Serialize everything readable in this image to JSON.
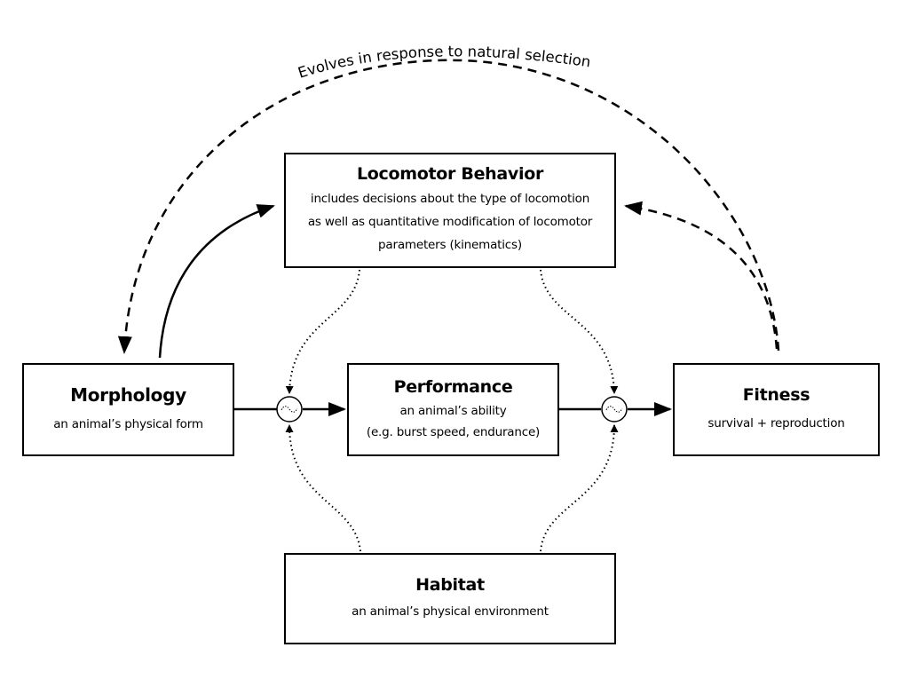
{
  "boxes": {
    "locomotor": {
      "title": "Locomotor Behavior",
      "lines": [
        "includes decisions about the type of locomotion",
        "as well as quantitative modification of locomotor",
        "parameters (kinematics)"
      ]
    },
    "morphology": {
      "title": "Morphology",
      "desc": "an animal’s physical form"
    },
    "performance": {
      "title": "Performance",
      "lines": [
        "an animal’s ability",
        "(e.g. burst speed, endurance)"
      ]
    },
    "fitness": {
      "title": "Fitness",
      "desc": "survival + reproduction"
    },
    "habitat": {
      "title": "Habitat",
      "desc": "an animal’s physical environment"
    }
  },
  "arc_label": "Evolves in response to natural selection",
  "icons": {
    "modulator": "sine-wave-circle-icon"
  },
  "colors": {
    "stroke": "#000000",
    "background": "#ffffff"
  }
}
